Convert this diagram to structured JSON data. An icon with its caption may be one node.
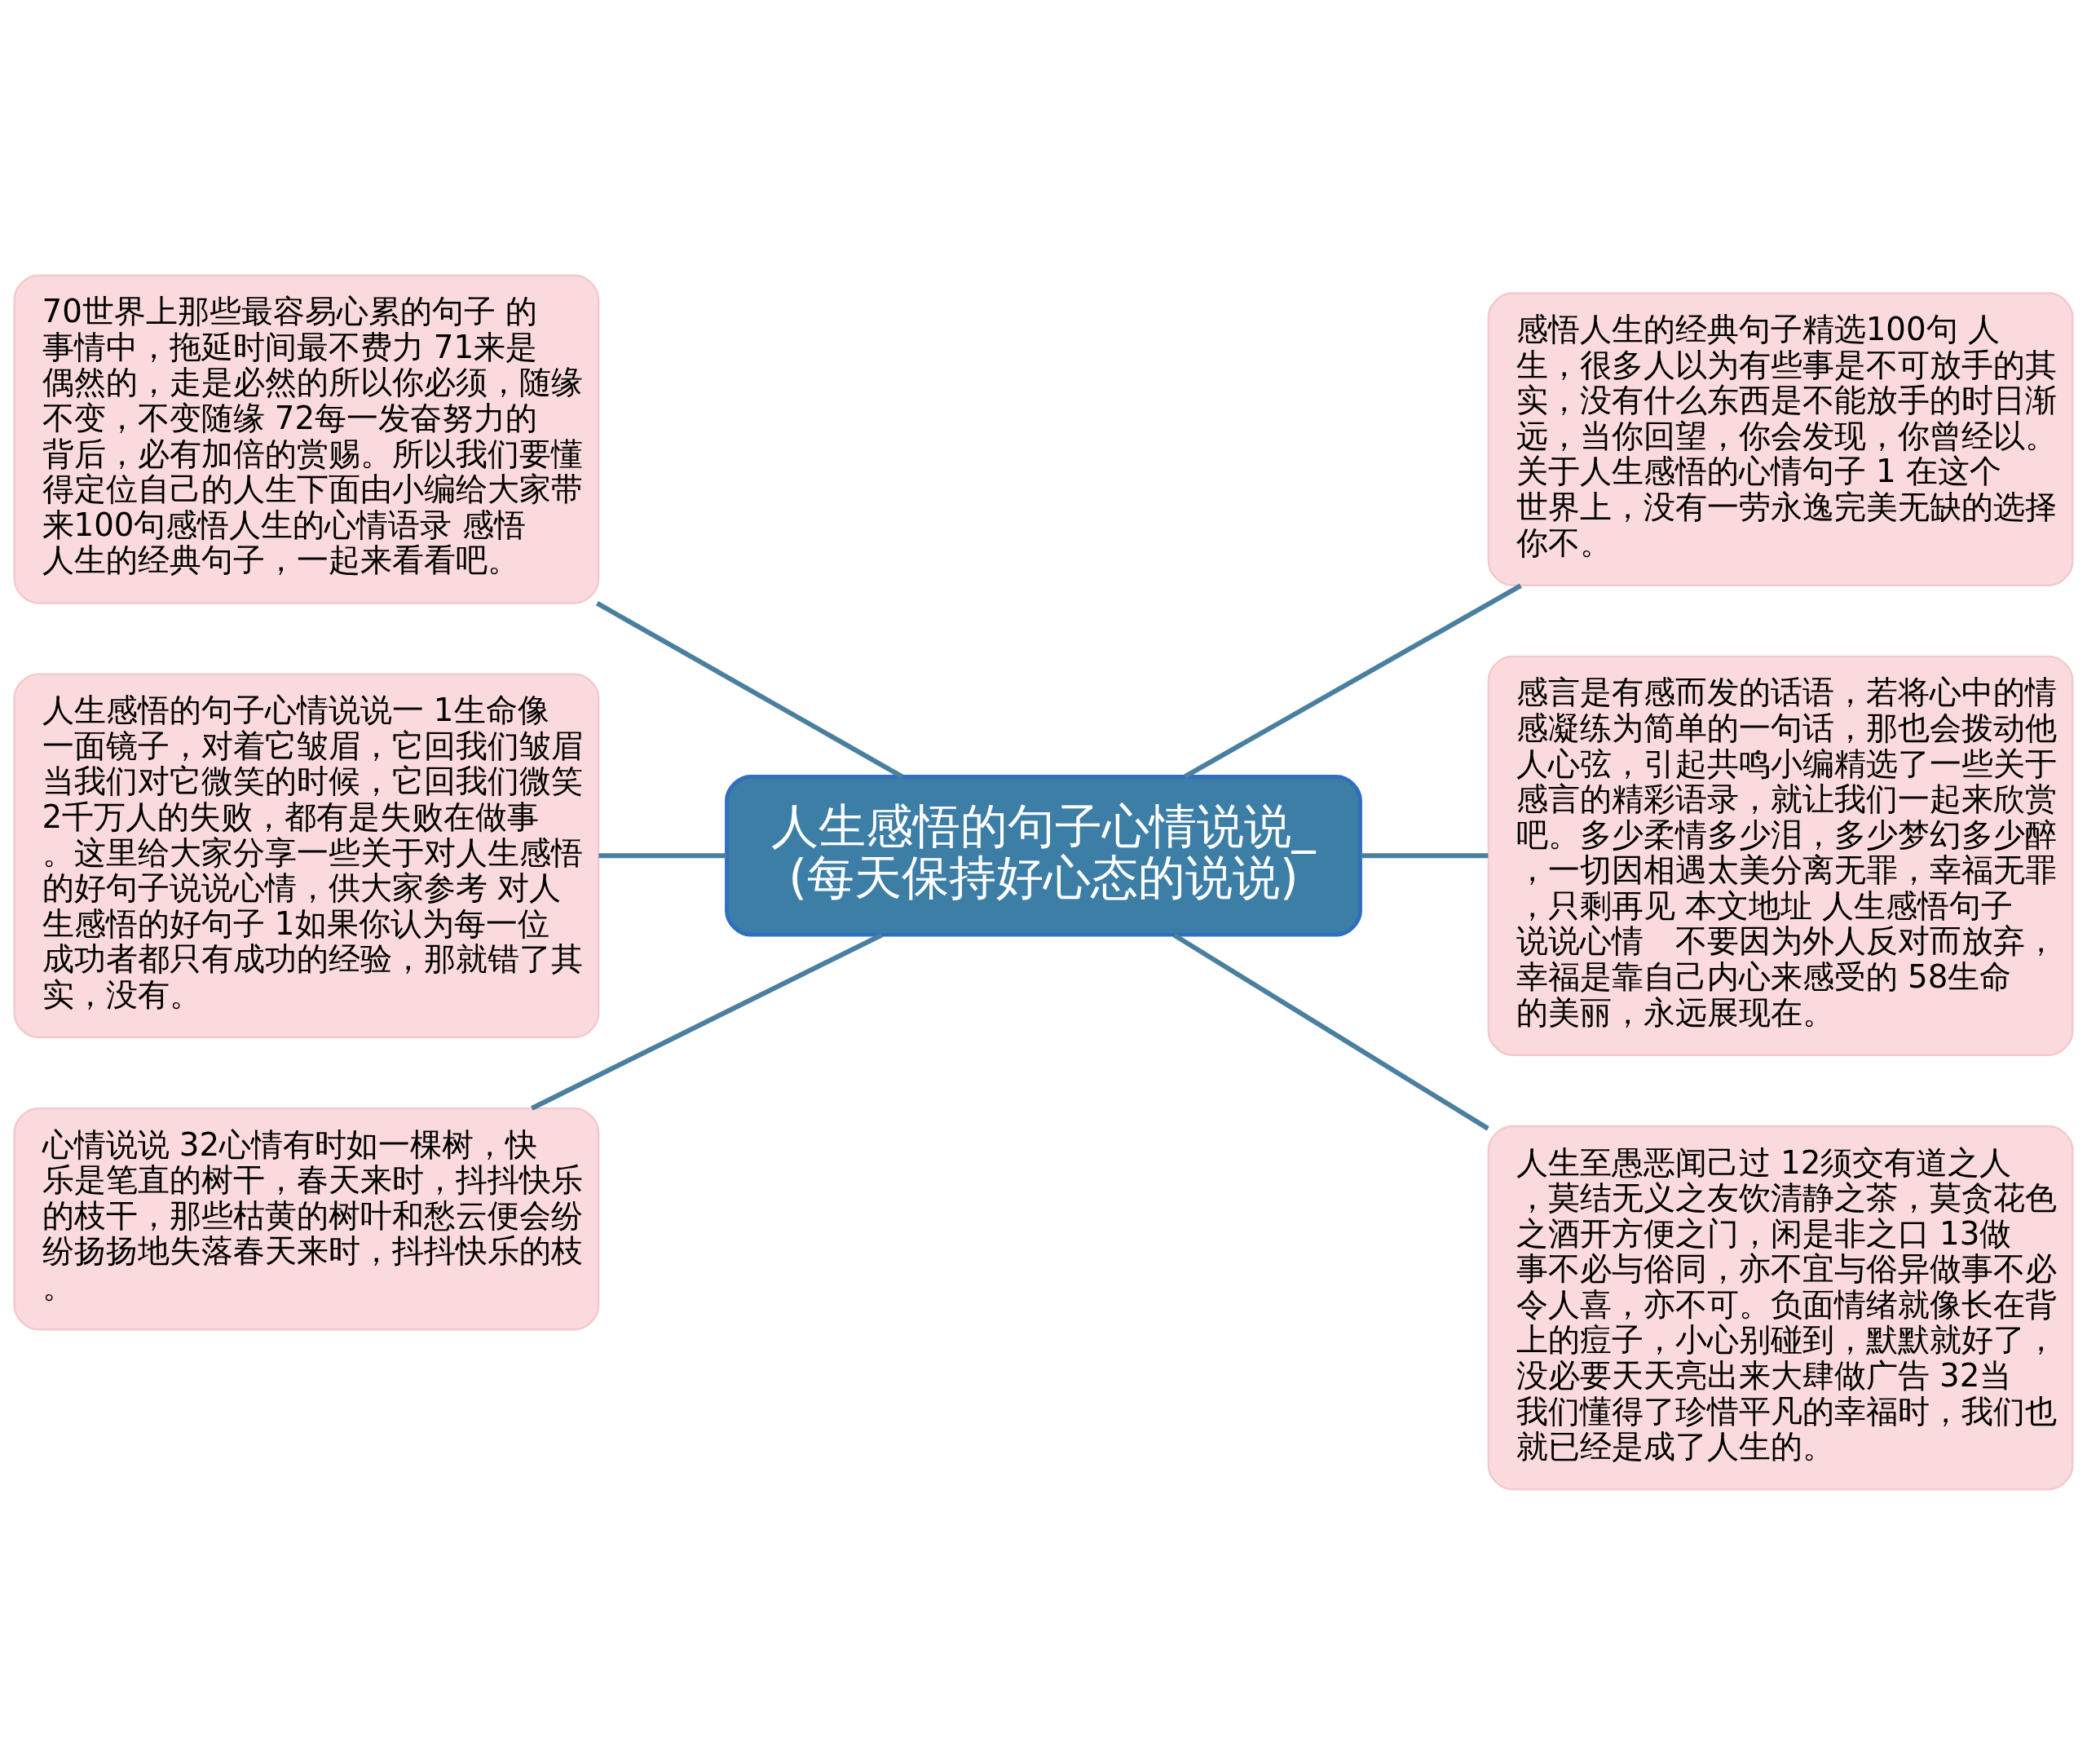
{
  "diagram": {
    "nodes": [
      {
        "text": [
          "人生感悟的句子心情说说_(每天保持好心态的说说)"
        ]
      },
      {
        "text": [
          "70世界上那些最容易心累的句子 的事情中，拖延时间最不费力 71来是偶然的，走是必然的所以你必须，随缘不变，不变随缘 72每一发奋努力的背后，必有加倍的赏赐。所以我们要懂得定位自己的人生下面由小编给大家带来100句感悟人生的心情语录 感悟人生的经典句子，一起来看看吧。"
        ]
      },
      {
        "text": [
          "人生感悟的句子心情说说一 1生命像一面镜子，对着它皱眉，它回我们皱眉当我们对它微笑的时候，它回我们微笑 2千万人的失败，都有是失败在做事。这里给大家分享一些关于对人生感悟的好句子说说心情，供大家参考 对人生感悟的好句子 1如果你认为每一位成功者都只有成功的经验，那就错了其实，没有。"
        ]
      },
      {
        "text": [
          "心情说说 32心情有时如一棵树，快乐是笔直的树干，春天来时，抖抖快乐的枝干，那些枯黄的树叶和愁云便会纷纷扬扬地失落春天来时，抖抖快乐的枝。"
        ]
      },
      {
        "text": [
          "感悟人生的经典句子精选100句 人生，很多人以为有些事是不可放手的其实，没有什么东西是不能放手的时日渐远，当你回望，你会发现，你曾经以。关于人生感悟的心情句子 1 在这个世界上，没有一劳永逸完美无缺的选择你不。"
        ]
      },
      {
        "text": [
          "感言是有感而发的话语，若将心中的情感凝练为简单的一句话，那也会拨动他人心弦，引起共鸣小编精选了一些关于感言的精彩语录，就让我们一起来欣赏吧。多少柔情多少泪，多少梦幻多少醉，一切因相遇太美分离无罪，幸福无罪，只剩再见 本文地址 人生感悟句子说说心情　不要因为外人反对而放弃，幸福是靠自己内心来感受的 58生命的美丽，永远展现在。"
        ]
      },
      {
        "text": [
          "人生至愚恶闻己过 12须交有道之人，莫结无义之友饮清静之茶，莫贪花色之酒开方便之门，闲是非之口 13做事不必与俗同，亦不宜与俗异做事不必令人喜，亦不可。负面情绪就像长在背上的痘子，小心别碰到，默默就好了，没必要天天亮出来大肆做广告 32当我们懂得了珍惜平凡的幸福时，我们也就已经是成了人生的。"
        ]
      }
    ],
    "edges": [
      {
        "from": 0,
        "to": 1,
        "arrow": "none"
      },
      {
        "from": 0,
        "to": 2,
        "arrow": "none"
      },
      {
        "from": 0,
        "to": 3,
        "arrow": "none"
      },
      {
        "from": 0,
        "to": 4,
        "arrow": "none"
      },
      {
        "from": 0,
        "to": 5,
        "arrow": "none"
      },
      {
        "from": 0,
        "to": 6,
        "arrow": "none"
      }
    ]
  }
}
